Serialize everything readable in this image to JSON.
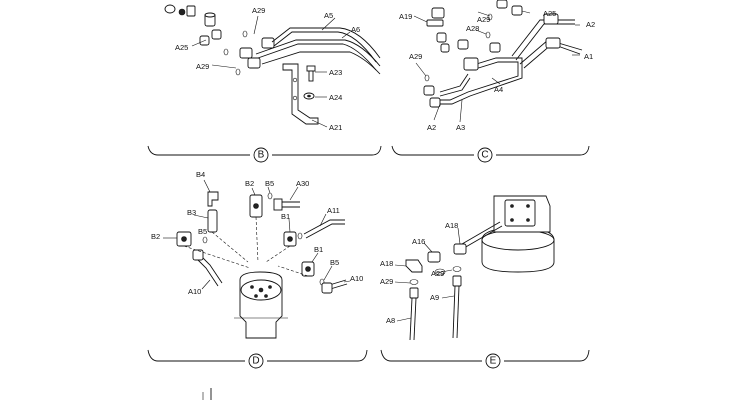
{
  "sections": {
    "B": {
      "letter": "B",
      "labels": [
        "A29",
        "A5",
        "A6",
        "A25",
        "A29",
        "A23",
        "A24",
        "A21"
      ]
    },
    "C": {
      "letter": "C",
      "labels": [
        "A19",
        "A29",
        "A25",
        "A2",
        "A28",
        "A1",
        "A29",
        "A4",
        "A2",
        "A3"
      ]
    },
    "D": {
      "letter": "D",
      "labels": [
        "B4",
        "B2",
        "B5",
        "A30",
        "B3",
        "B1",
        "A11",
        "B2",
        "B5",
        "B1",
        "B5",
        "A10",
        "A10"
      ]
    },
    "E": {
      "letter": "E",
      "labels": [
        "A18",
        "A16",
        "A18",
        "A29",
        "A29",
        "A9",
        "A8"
      ]
    }
  }
}
